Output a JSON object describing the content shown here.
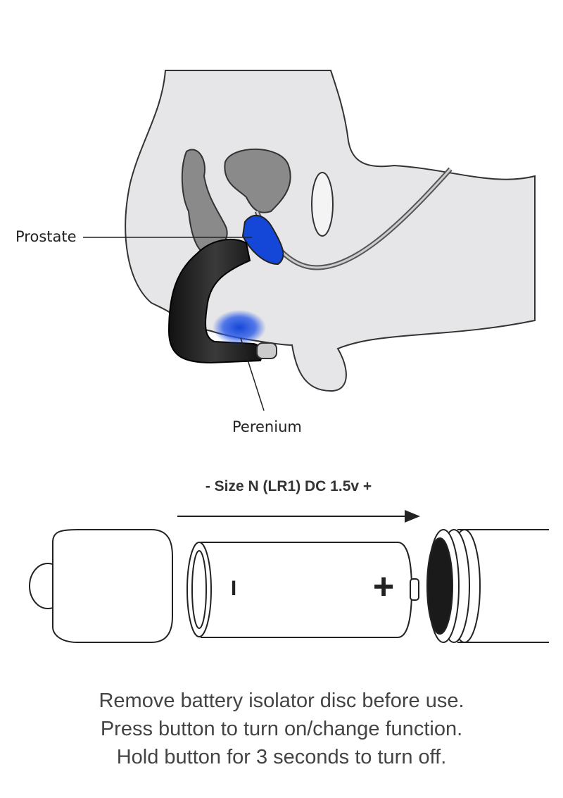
{
  "anatomy": {
    "labels": {
      "prostate": "Prostate",
      "perineum": "Perenium"
    },
    "colors": {
      "tissue": "#e6e6e8",
      "organ": "#8a8a8a",
      "device": "#1e1e1e",
      "highlight": "#1446d8"
    }
  },
  "battery": {
    "spec": "- Size N (LR1) DC 1.5v +",
    "minus_symbol": "I",
    "plus_symbol": "+"
  },
  "instructions": [
    "Remove battery isolator disc before use.",
    "Press button to turn on/change function.",
    "Hold button for 3 seconds to turn off."
  ]
}
